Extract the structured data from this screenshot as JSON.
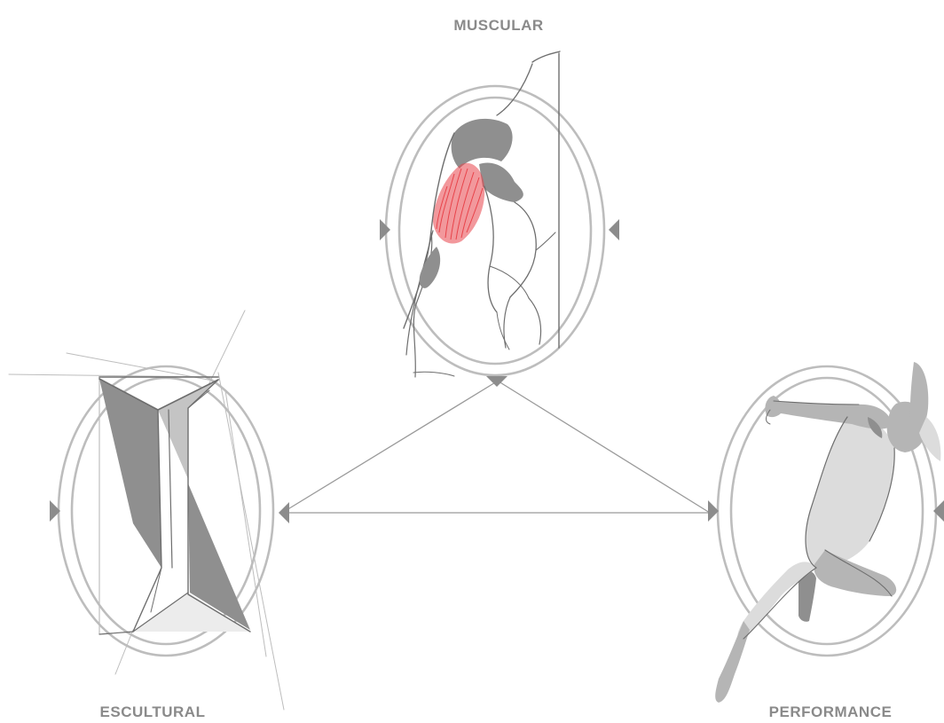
{
  "labels": {
    "muscular": "MUSCULAR",
    "escultural": "ESCULTURAL",
    "performance": "PERFORMANCE"
  },
  "colors": {
    "background": "#ffffff",
    "ring": "#bdbdbd",
    "label": "#8a8a8a",
    "connector": "#9a9a9a",
    "arrow": "#8c8c8c",
    "sketch_line": "#6e6e6e",
    "shade_dark": "#8f8f8f",
    "shade_light": "#c4c4c4",
    "muscle_highlight": "#e8434a"
  },
  "nodes": [
    {
      "id": "muscular",
      "illustration": "shoulder-muscle-sketch",
      "highlight": "deltoid"
    },
    {
      "id": "escultural",
      "illustration": "geometric-form-sketch"
    },
    {
      "id": "performance",
      "illustration": "sprinter-figure-sketch"
    }
  ],
  "connections": [
    {
      "from": "muscular",
      "to": "escultural"
    },
    {
      "from": "muscular",
      "to": "performance"
    },
    {
      "from": "escultural",
      "to": "performance"
    }
  ]
}
